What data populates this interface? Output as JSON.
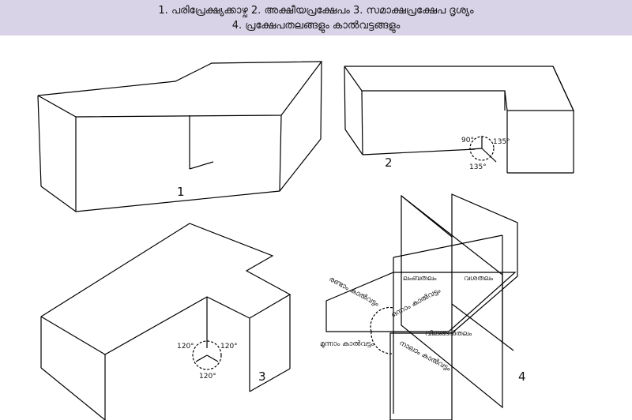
{
  "header": {
    "line1": "1. പരിപ്രേക്ഷ്യക്കാഴ്ച 2. അക്ഷീയപ്രക്ഷേപം 3. സമാക്ഷപ്രക്ഷേപ ദൃശ്യം",
    "line2": "4. പ്രക്ഷേപതലങ്ങളും കാൽവട്ടങ്ങളും"
  },
  "figures": {
    "fig1": {
      "number": "1"
    },
    "fig2": {
      "number": "2",
      "angles": [
        "90°",
        "135°",
        "135°"
      ]
    },
    "fig3": {
      "number": "3",
      "angles": [
        "120°",
        "120°",
        "120°"
      ]
    },
    "fig4": {
      "number": "4",
      "planes": [
        "ലംബതലം",
        "വശതലം",
        "വിലങ്ങൻതലം"
      ],
      "quadrants": [
        "രണ്ടാം കാൽവട്ടം",
        "ഒന്നാം കാൽവട്ടം",
        "മൂന്നാം കാൽവട്ടം",
        "നാലാം കാൽവട്ടം"
      ]
    }
  }
}
